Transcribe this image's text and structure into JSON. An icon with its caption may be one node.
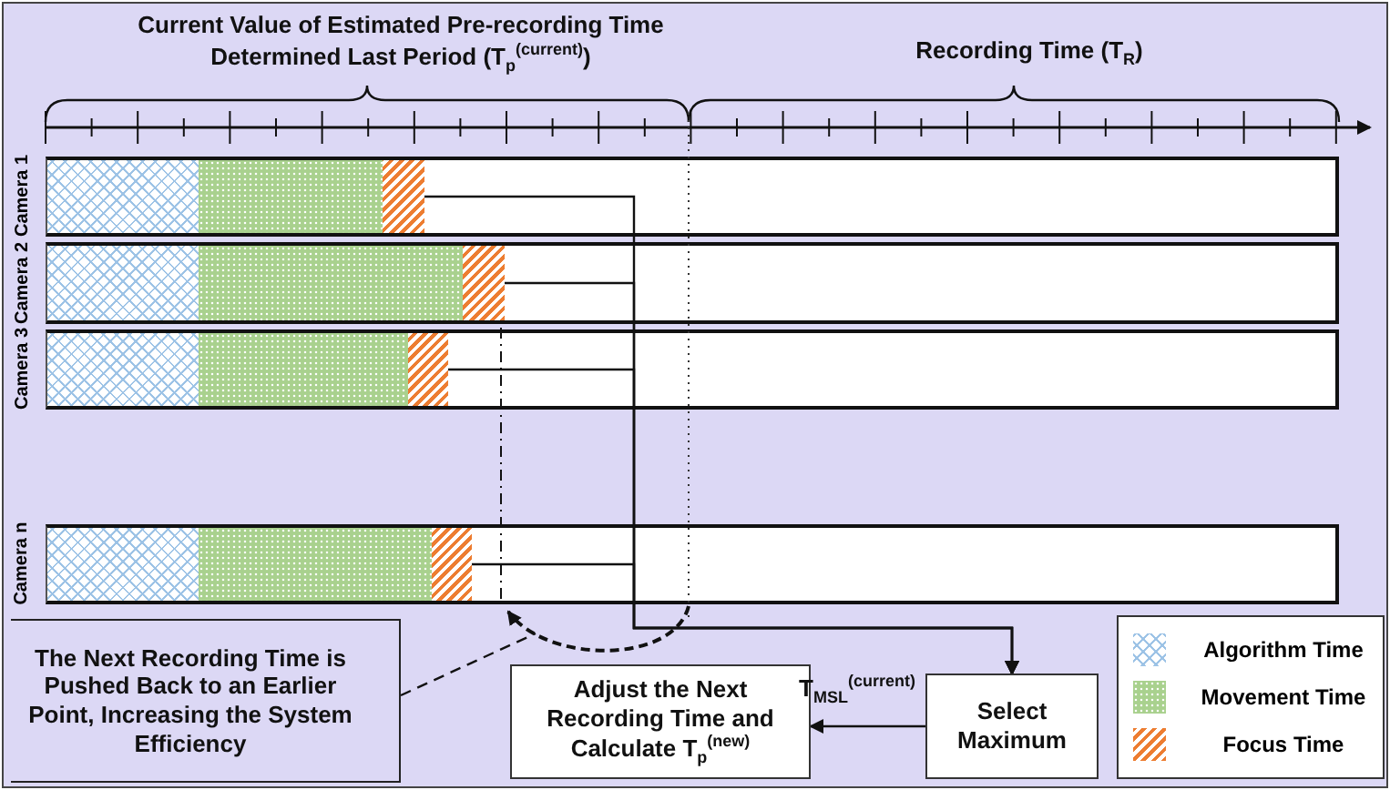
{
  "diagram": {
    "nodes": [
      {
        "text": [
          "Camera 1"
        ]
      },
      {
        "text": [
          "Camera 2"
        ]
      },
      {
        "text": [
          "Camera 3"
        ]
      },
      {
        "text": [
          "Camera n"
        ]
      },
      {
        "text": [
          "Select Maximum"
        ]
      },
      {
        "text": [
          "Adjust the Next Recording Time and Calculate T$_{p}$$^{(new)}$"
        ]
      },
      {
        "text": [
          "The Next Recording Time is Pushed Back to an Earlier Point, Increasing the System Efficiency"
        ]
      }
    ],
    "edges": [
      {
        "from": 0,
        "to": 4,
        "arrow": "to"
      },
      {
        "from": 1,
        "to": 4,
        "arrow": "to"
      },
      {
        "from": 2,
        "to": 4,
        "arrow": "to"
      },
      {
        "from": 3,
        "to": 4,
        "arrow": "to"
      },
      {
        "from": 4,
        "to": 5,
        "arrow": "to",
        "label": "T$_{MSL}$$^{(current)}$"
      },
      {
        "from": 6,
        "to": null,
        "arrow": "none",
        "style": "dashed"
      }
    ],
    "labels": [
      "Current Value of Estimated Pre-recording Time Determined Last Period (T$_{p}$$^{(current)}$)",
      "Recording Time (T$_{R}$)"
    ],
    "legend": [
      {
        "text": "Algorithm Time"
      },
      {
        "text": "Movement Time"
      },
      {
        "text": "Focus Time"
      }
    ]
  }
}
